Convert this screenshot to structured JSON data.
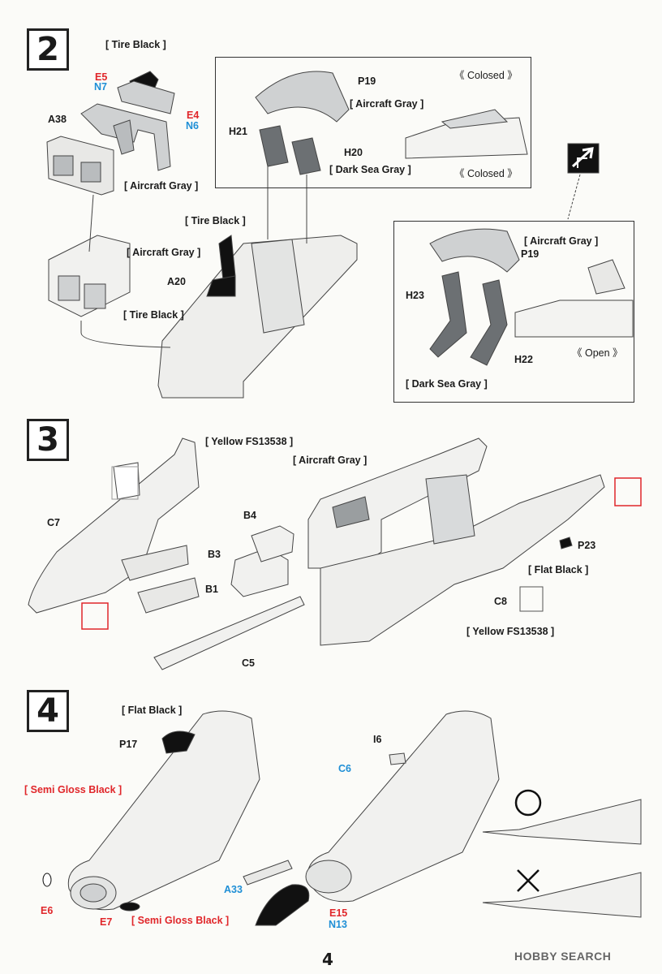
{
  "steps": {
    "s2": "2",
    "s3": "3",
    "s4": "4"
  },
  "step2": {
    "tire_black_1": "[ Tire Black ]",
    "e5": "E5",
    "n7": "N7",
    "e4": "E4",
    "n6": "N6",
    "a38": "A38",
    "aircraft_gray_1": "[ Aircraft Gray ]",
    "tire_black_2": "[ Tire Black ]",
    "aircraft_gray_2": "[ Aircraft Gray ]",
    "a20": "A20",
    "tire_black_3": "[ Tire Black ]",
    "closed_panel": {
      "title": "《 Colosed 》",
      "p19": "P19",
      "aircraft_gray": "[ Aircraft Gray ]",
      "h21": "H21",
      "h20": "H20",
      "dark_sea_gray": "[ Dark Sea Gray ]",
      "caption": "《 Colosed 》"
    },
    "open_panel": {
      "aircraft_gray": "[ Aircraft Gray ]",
      "p19": "P19",
      "h23": "H23",
      "h22": "H22",
      "caption": "《 Open 》",
      "dark_sea_gray": "[ Dark Sea Gray ]"
    }
  },
  "step3": {
    "yellow_1": "[ Yellow FS13538 ]",
    "c7": "C7",
    "b3": "B3",
    "b1": "B1",
    "b4": "B4",
    "c5": "C5",
    "aircraft_gray": "[ Aircraft Gray ]",
    "p23": "P23",
    "flat_black": "[ Flat Black ]",
    "c8": "C8",
    "yellow_2": "[ Yellow FS13538 ]"
  },
  "step4": {
    "flat_black": "[ Flat Black ]",
    "p17": "P17",
    "semi_gloss_1": "[ Semi Gloss Black ]",
    "e6": "E6",
    "e7": "E7",
    "semi_gloss_2": "[ Semi Gloss Black ]",
    "i6": "I6",
    "c6": "C6",
    "a33": "A33",
    "e15": "E15",
    "n13": "N13"
  },
  "footer": {
    "page_number": "4",
    "watermark": "HOBBY SEARCH"
  },
  "colors": {
    "red": "#e0262a",
    "blue": "#1f8fd6",
    "aircraft_gray": "#b9bcbe",
    "dark_sea_gray": "#6c7073",
    "black": "#111111"
  }
}
